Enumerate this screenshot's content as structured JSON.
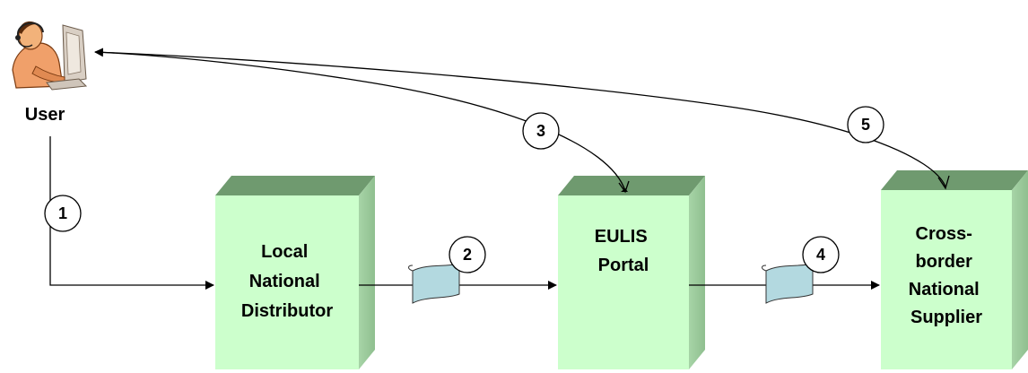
{
  "user": {
    "label": "User"
  },
  "boxes": [
    {
      "id": "local",
      "lines": [
        "Local",
        "National",
        "Distributor"
      ]
    },
    {
      "id": "eulis",
      "lines": [
        "EULIS",
        "Portal"
      ]
    },
    {
      "id": "crossborder",
      "lines": [
        "Cross-",
        "border",
        "National",
        "Supplier"
      ]
    }
  ],
  "steps": [
    "1",
    "2",
    "3",
    "4",
    "5"
  ],
  "colors": {
    "box_front": "#ccffcc",
    "box_top": "#6f9a6f",
    "box_side": "#99cc99",
    "document": "#b3d9e0",
    "line": "#000000"
  }
}
